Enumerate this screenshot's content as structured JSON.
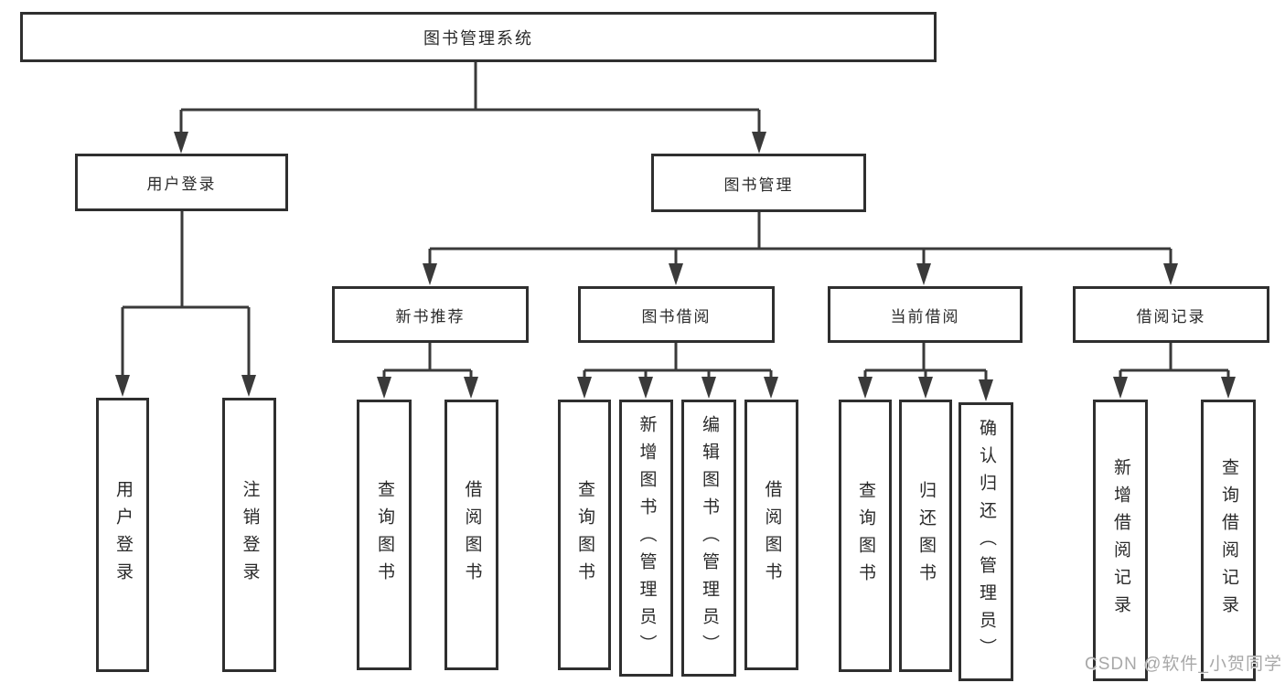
{
  "root": {
    "label": "图书管理系统"
  },
  "watermark": "CSDN @软件_小贺同学",
  "colors": {
    "line": "#3a3a3a",
    "border": "#2f2f2f",
    "text": "#2a2a2a",
    "watermark": "#a8a8a8",
    "background": "#ffffff"
  },
  "level2": {
    "user_login": {
      "label": "用户登录",
      "children": [
        {
          "label": "用户登录"
        },
        {
          "label": "注销登录"
        }
      ]
    },
    "book_mgmt": {
      "label": "图书管理",
      "children": [
        {
          "label": "新书推荐",
          "children": [
            {
              "label": "查询图书"
            },
            {
              "label": "借阅图书"
            }
          ]
        },
        {
          "label": "图书借阅",
          "children": [
            {
              "label": "查询图书"
            },
            {
              "label": "新增图书（管理员）"
            },
            {
              "label": "编辑图书（管理员）"
            },
            {
              "label": "借阅图书"
            }
          ]
        },
        {
          "label": "当前借阅",
          "children": [
            {
              "label": "查询图书"
            },
            {
              "label": "归还图书"
            },
            {
              "label": "确认归还（管理员）"
            }
          ]
        },
        {
          "label": "借阅记录",
          "children": [
            {
              "label": "新增借阅记录"
            },
            {
              "label": "查询借阅记录"
            }
          ]
        }
      ]
    }
  }
}
